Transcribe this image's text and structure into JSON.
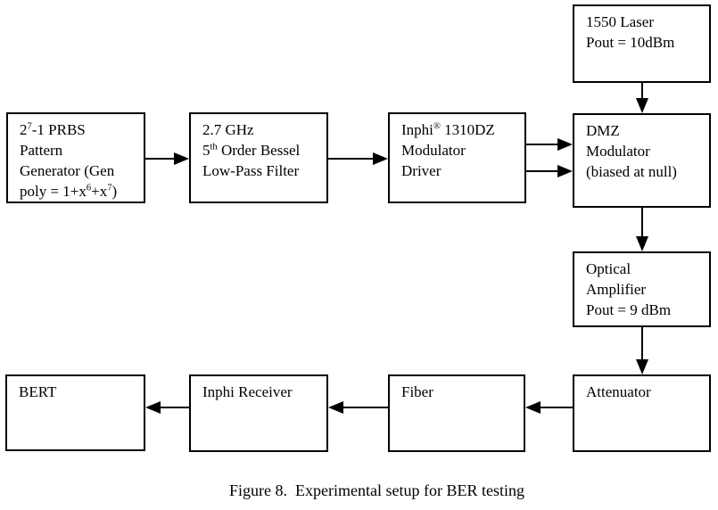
{
  "figure": {
    "caption": "Figure 8.  Experimental setup for BER testing"
  },
  "colors": {
    "background": "#ffffff",
    "line": "#000000",
    "box_fill": "#ffffff",
    "text": "#000000"
  },
  "blocks": {
    "prbs": {
      "lines": [
        [
          {
            "t": "2"
          },
          {
            "t": "7",
            "sup": true
          },
          {
            "t": "-1 PRBS"
          }
        ],
        [
          {
            "t": "Pattern"
          }
        ],
        [
          {
            "t": "Generator (Gen"
          }
        ],
        [
          {
            "t": "poly = 1+x"
          },
          {
            "t": "6",
            "sup": true
          },
          {
            "t": "+x"
          },
          {
            "t": "7",
            "sup": true
          },
          {
            "t": ")"
          }
        ]
      ]
    },
    "filter": {
      "lines": [
        [
          {
            "t": "2.7 GHz"
          }
        ],
        [
          {
            "t": "5"
          },
          {
            "t": "th",
            "sup": true
          },
          {
            "t": " Order Bessel"
          }
        ],
        [
          {
            "t": "Low-Pass Filter"
          }
        ]
      ]
    },
    "driver": {
      "lines": [
        [
          {
            "t": "Inphi"
          },
          {
            "t": "®",
            "sup": true
          },
          {
            "t": " 1310DZ"
          }
        ],
        [
          {
            "t": "Modulator"
          }
        ],
        [
          {
            "t": "Driver"
          }
        ]
      ]
    },
    "laser": {
      "lines": [
        [
          {
            "t": "1550 Laser"
          }
        ],
        [
          {
            "t": "Pout = 10dBm"
          }
        ]
      ]
    },
    "dmz": {
      "lines": [
        [
          {
            "t": "DMZ"
          }
        ],
        [
          {
            "t": "Modulator"
          }
        ],
        [
          {
            "t": "(biased at null)"
          }
        ]
      ]
    },
    "amp": {
      "lines": [
        [
          {
            "t": "Optical"
          }
        ],
        [
          {
            "t": "Amplifier"
          }
        ],
        [
          {
            "t": "Pout = 9 dBm"
          }
        ]
      ]
    },
    "attenuator": {
      "lines": [
        [
          {
            "t": "Attenuator"
          }
        ]
      ]
    },
    "fiber": {
      "lines": [
        [
          {
            "t": "Fiber"
          }
        ]
      ]
    },
    "receiver": {
      "lines": [
        [
          {
            "t": "Inphi Receiver"
          }
        ]
      ]
    },
    "bert": {
      "lines": [
        [
          {
            "t": "BERT"
          }
        ]
      ]
    }
  },
  "connections": [
    {
      "from": "prbs",
      "to": "filter",
      "style": "single-arrow"
    },
    {
      "from": "filter",
      "to": "driver",
      "style": "single-arrow"
    },
    {
      "from": "driver",
      "to": "dmz",
      "style": "double-arrow"
    },
    {
      "from": "laser",
      "to": "dmz",
      "style": "single-arrow"
    },
    {
      "from": "dmz",
      "to": "amp",
      "style": "single-arrow"
    },
    {
      "from": "amp",
      "to": "attenuator",
      "style": "single-arrow"
    },
    {
      "from": "attenuator",
      "to": "fiber",
      "style": "single-arrow"
    },
    {
      "from": "fiber",
      "to": "receiver",
      "style": "single-arrow"
    },
    {
      "from": "receiver",
      "to": "bert",
      "style": "single-arrow"
    }
  ]
}
